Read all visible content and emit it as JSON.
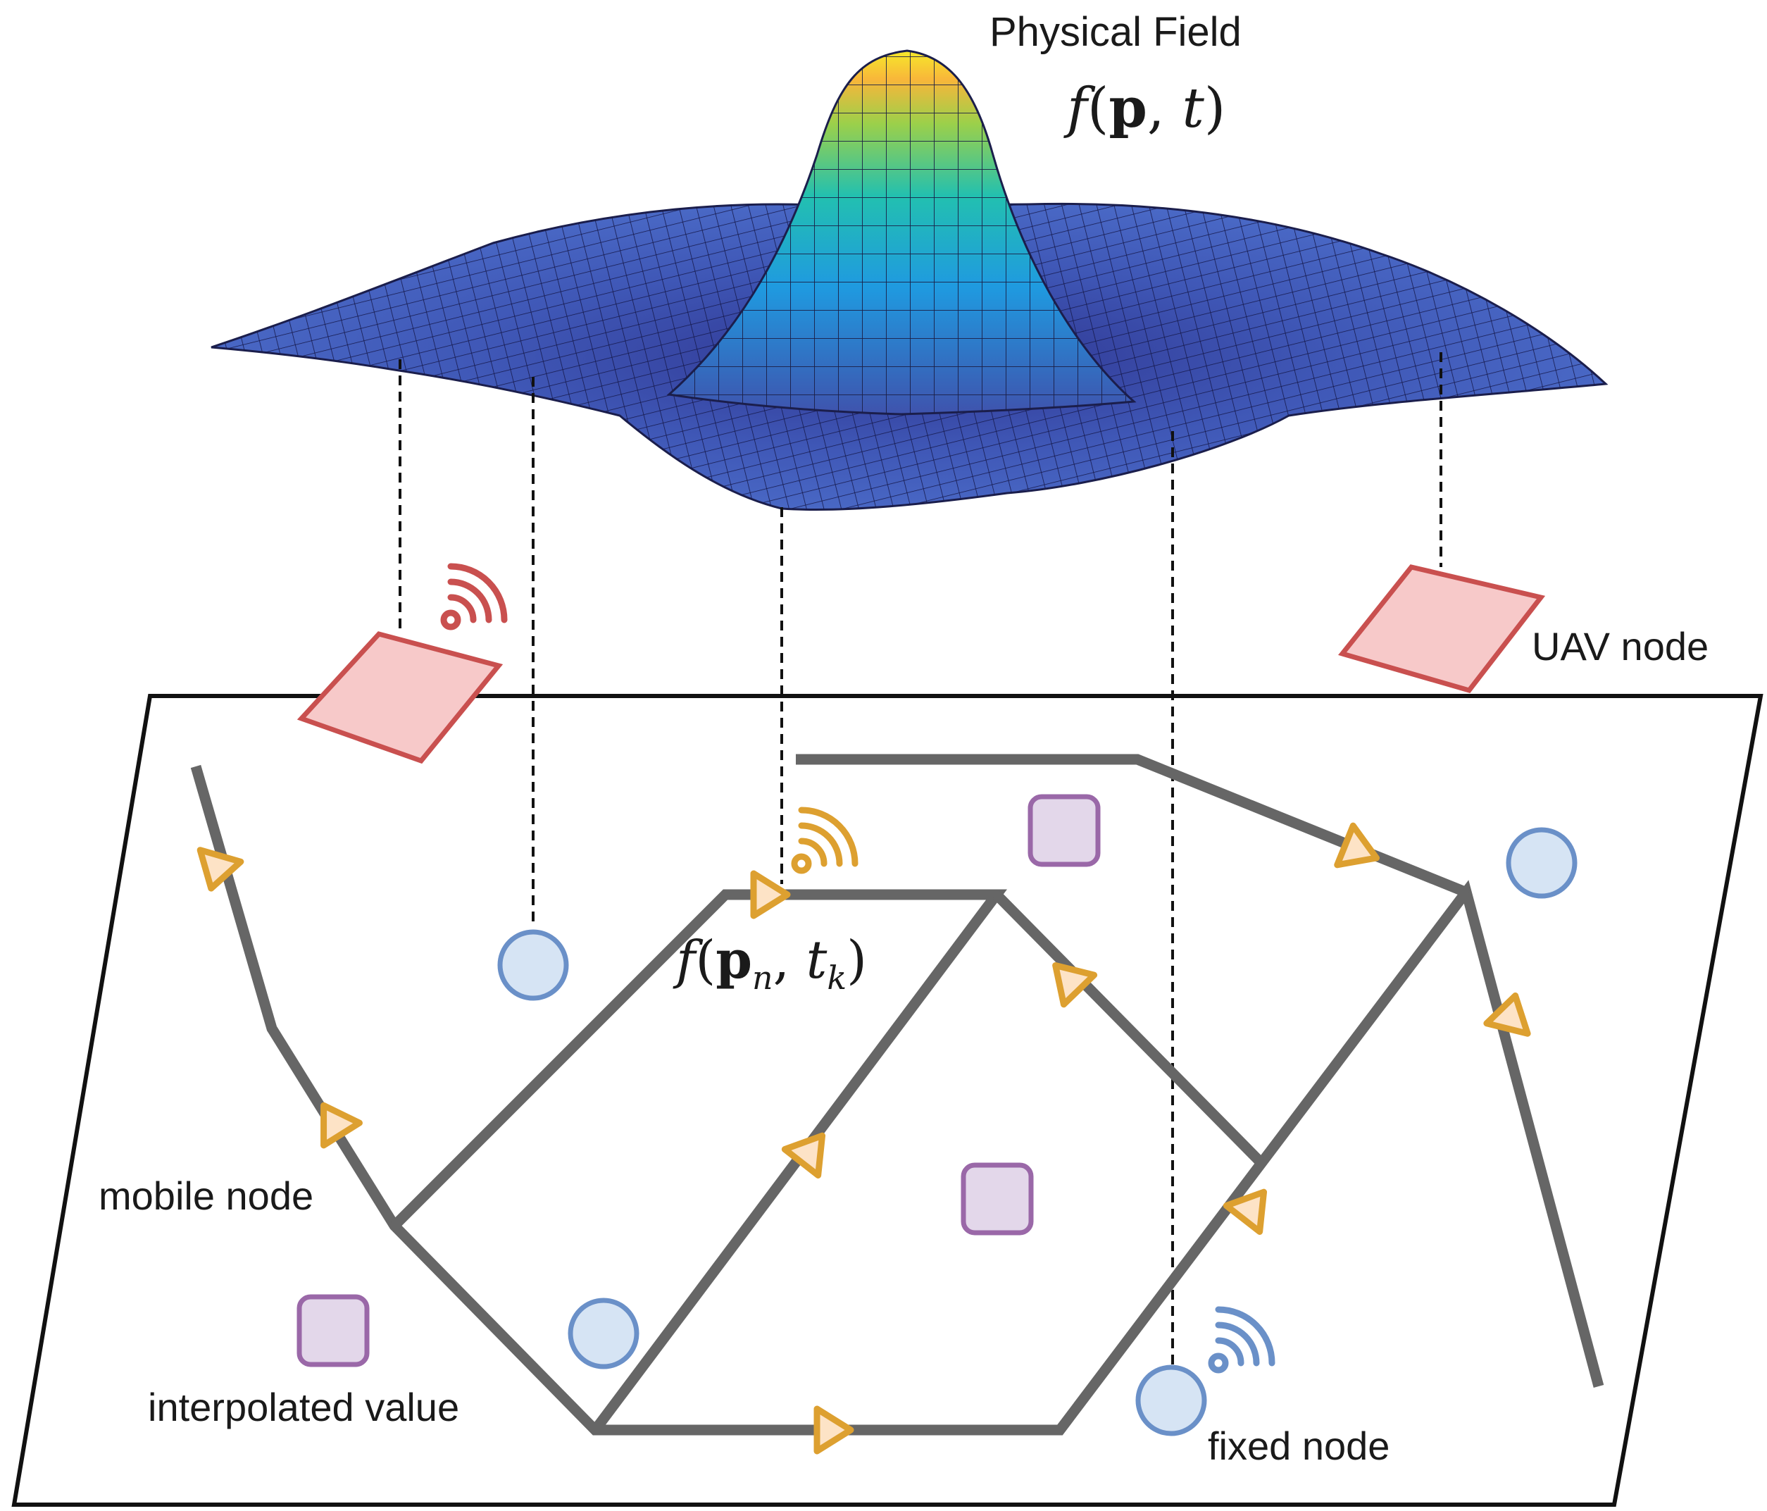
{
  "title": "Physical Field",
  "field_formula": {
    "f": "f",
    "open": "(",
    "p": "p",
    "comma": ", ",
    "t": "t",
    "close": ")"
  },
  "sample_formula": {
    "f": "f",
    "open": "(",
    "p": "p",
    "p_sub": "n",
    "comma": ", ",
    "t": "t",
    "t_sub": "k",
    "close": ")"
  },
  "labels": {
    "uav_node": "UAV node",
    "mobile_node": "mobile node",
    "interpolated_value": "interpolated value",
    "fixed_node": "fixed node"
  },
  "colors": {
    "path_gray": "#666666",
    "uav_fill": "#f7c9c9",
    "uav_stroke": "#c9504f",
    "mobile_fill": "#fde3c6",
    "mobile_stroke": "#dda030",
    "fixed_fill": "#d6e4f4",
    "fixed_stroke": "#6a90c8",
    "interp_fill": "#e3d7ea",
    "interp_stroke": "#9a68a8",
    "surface_low": "#3c4ca6",
    "surface_high": "#f6e82a"
  },
  "icons": [
    "wifi-signal-icon-uav",
    "wifi-signal-icon-mobile",
    "wifi-signal-icon-fixed"
  ]
}
